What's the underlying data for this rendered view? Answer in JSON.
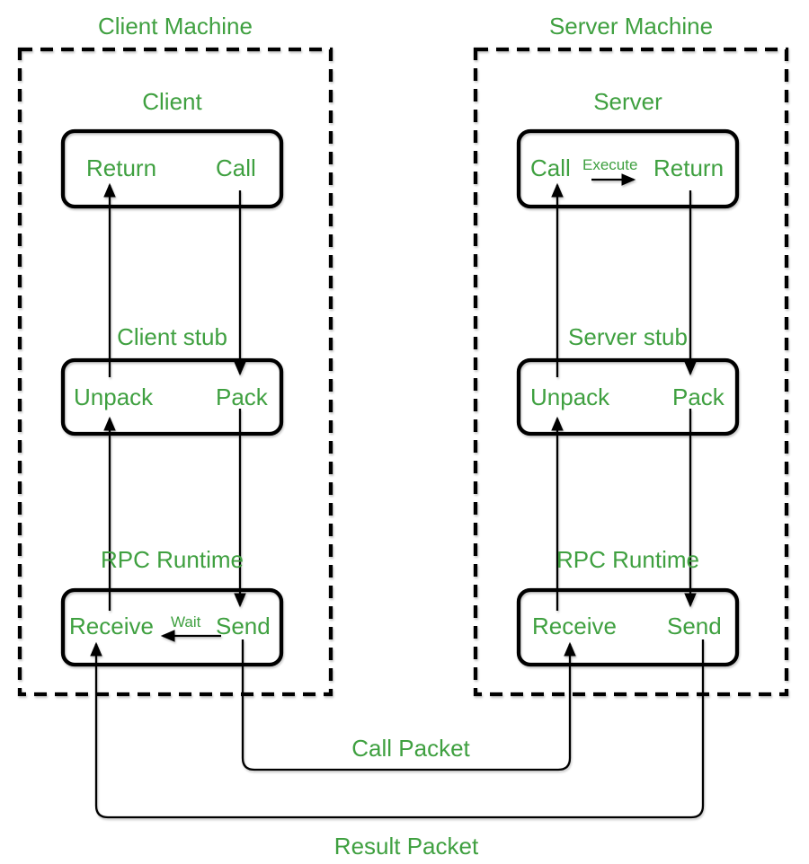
{
  "colors": {
    "label_green": "#3fa040",
    "line_black": "#000000",
    "background": "#ffffff"
  },
  "client_machine": {
    "title": "Client Machine",
    "app": {
      "label": "Client",
      "left": "Return",
      "right": "Call"
    },
    "stub": {
      "label": "Client stub",
      "left": "Unpack",
      "right": "Pack"
    },
    "runtime": {
      "label": "RPC Runtime",
      "left": "Receive",
      "right": "Send",
      "wait_label": "Wait"
    }
  },
  "server_machine": {
    "title": "Server Machine",
    "app": {
      "label": "Server",
      "left": "Call",
      "right": "Return",
      "execute_label": "Execute"
    },
    "stub": {
      "label": "Server stub",
      "left": "Unpack",
      "right": "Pack"
    },
    "runtime": {
      "label": "RPC Runtime",
      "left": "Receive",
      "right": "Send"
    }
  },
  "packets": {
    "call": "Call Packet",
    "result": "Result Packet"
  }
}
